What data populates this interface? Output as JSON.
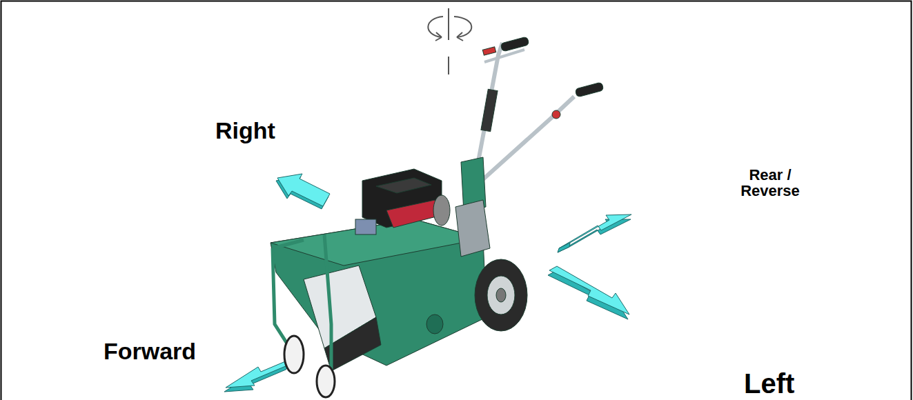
{
  "diagram": {
    "labels": [
      "Right",
      "Rear / Reverse",
      "Forward",
      "Left"
    ]
  }
}
